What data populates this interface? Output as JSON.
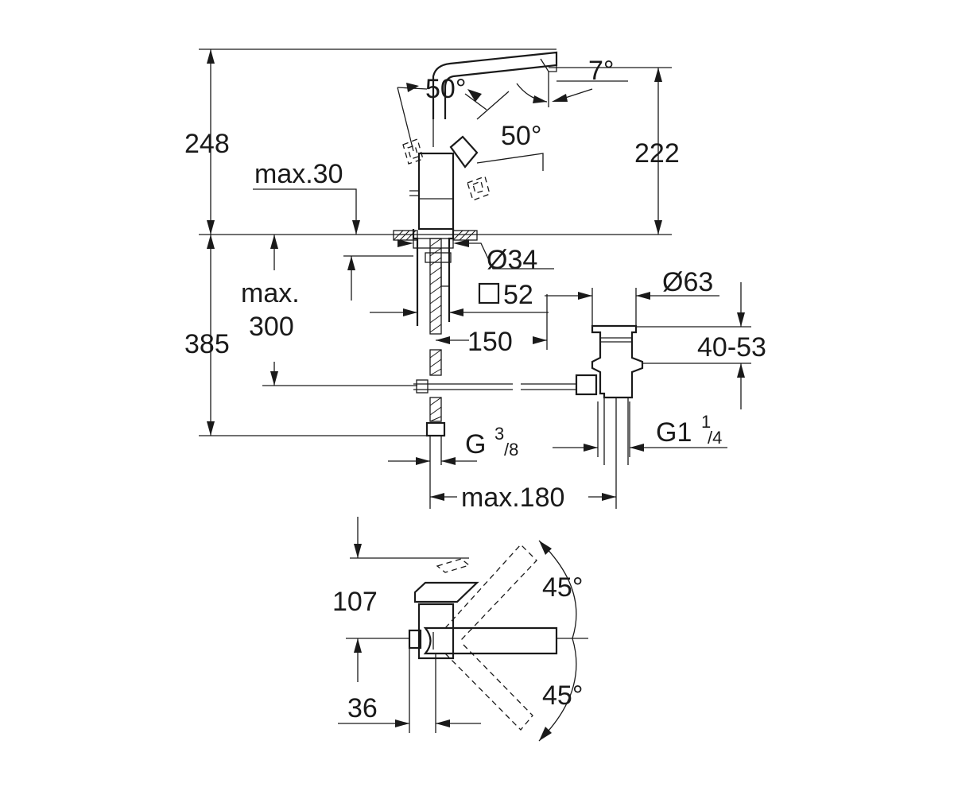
{
  "drawing": {
    "labels": {
      "angle_50_top": "50°",
      "angle_7": "7°",
      "angle_50_right": "50°",
      "height_248": "248",
      "height_222": "222",
      "max_30": "max.30",
      "dia_34": "Ø34",
      "square_52": "52",
      "dia_63": "Ø63",
      "max_300_line1": "max.",
      "max_300_line2": "300",
      "height_385": "385",
      "dist_150": "150",
      "range_40_53": "40-53",
      "g_38_base": "G",
      "g_38_num": "3",
      "g_38_den": "/8",
      "g1_14_base": "G1",
      "g1_14_num": "1",
      "g1_14_den": "/4",
      "max_180": "max.180",
      "dist_107": "107",
      "angle_45_upper": "45°",
      "angle_45_lower": "45°",
      "dist_36": "36"
    },
    "icons": [
      "square-symbol-icon"
    ],
    "colors": {
      "line": "#1a1a1a",
      "background": "#ffffff"
    }
  }
}
